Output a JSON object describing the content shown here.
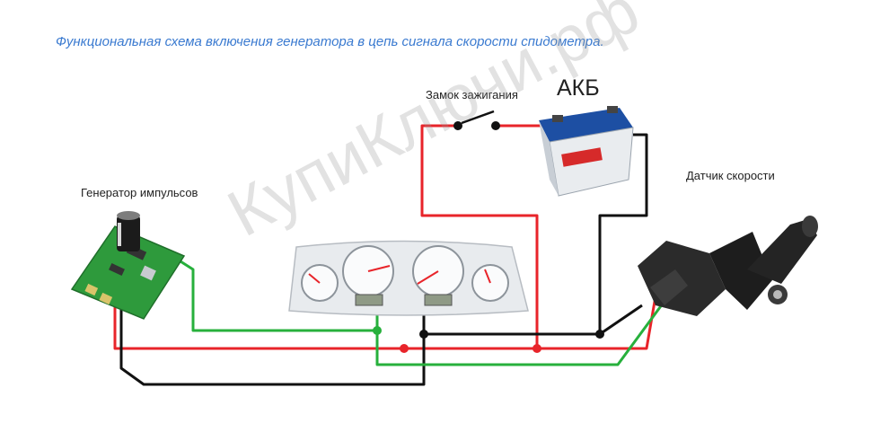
{
  "caption": "Функциональная схема включения генератора в цепь сигнала скорости спидометра.",
  "labels": {
    "ignition": "Замок зажигания",
    "battery": "АКБ",
    "generator": "Генератор импульсов",
    "sensor": "Датчик скорости"
  },
  "watermark": "КупиКлючи.рф",
  "colors": {
    "power": "#e8242a",
    "ground": "#111111",
    "signal": "#27b03c",
    "caption": "#3a7ad0"
  }
}
